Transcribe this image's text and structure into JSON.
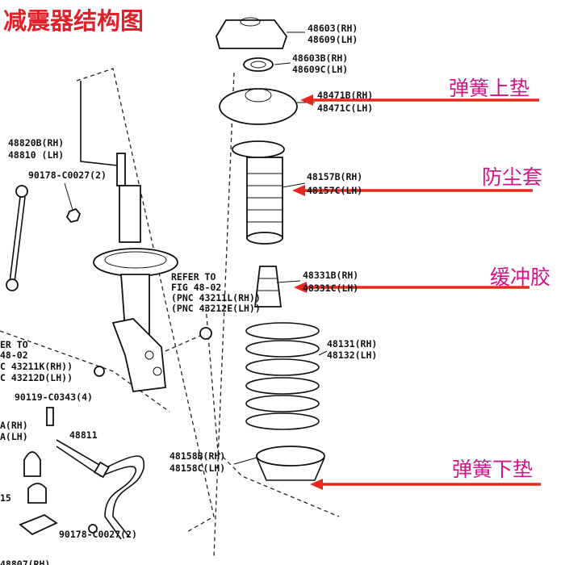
{
  "title": "减震器结构图",
  "annotations": {
    "upper_seat": "弹簧上垫",
    "dust_boot": "防尘套",
    "bump_stop": "缓冲胶",
    "lower_seat": "弹簧下垫",
    "color": "#d0158a",
    "arrow_color": "#e8281e"
  },
  "parts_right": {
    "mount_rh": "48603(RH)",
    "mount_lh": "48609(LH)",
    "bearing_rh": "48603B(RH)",
    "bearing_lh": "48609C(LH)",
    "upper_seat_rh": "48471B(RH)",
    "upper_seat_lh": "48471C(LH)",
    "boot_rh": "48157B(RH)",
    "boot_lh": "48157C(LH)",
    "bump_rh": "48331B(RH)",
    "bump_lh": "48331C(LH)",
    "spring_rh": "48131(RH)",
    "spring_lh": "48132(LH)",
    "lower_seat_rh": "48158B(RH)",
    "lower_seat_lh": "48158C(LH)"
  },
  "parts_left": {
    "link_rh": "48820B(RH)",
    "link_lh": "48810 (LH)",
    "nut_top": "90178-C0027(2)",
    "refer1": [
      "REFER TO",
      "FIG 48-02",
      "(PNC 43211L(RH))",
      "(PNC 43212E(LH))"
    ],
    "refer2": [
      "ER TO",
      " 48-02",
      "C 43211K(RH))",
      "C 43212D(LH))"
    ],
    "bolt": "90119-C0343(4)",
    "bracket_rh": "A(RH)",
    "bracket_lh": "A(LH)",
    "stabilizer": "48811",
    "bushing": "15",
    "nut_bottom": "90178-C0027(2)",
    "bottom_cut": "48807(RH)"
  }
}
